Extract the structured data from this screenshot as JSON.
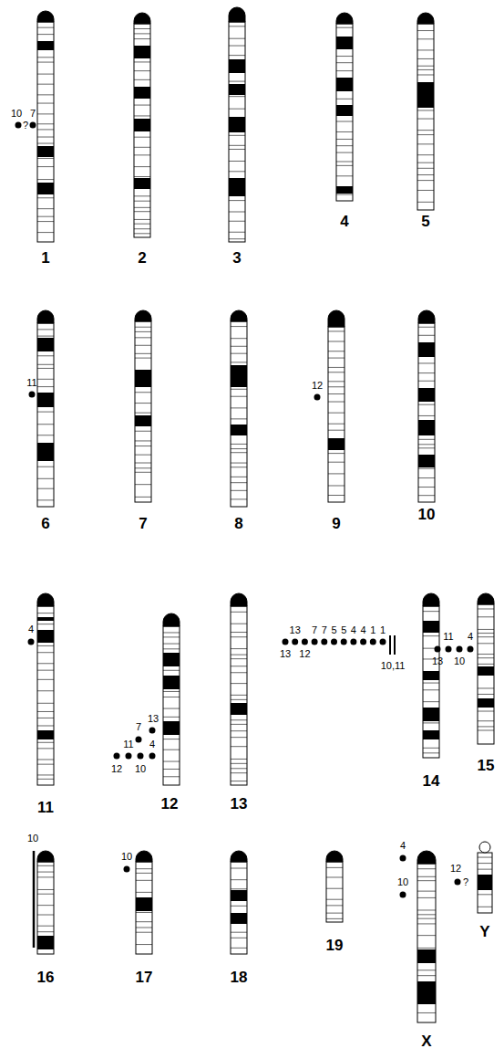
{
  "diagram": {
    "labels": [
      "10",
      "?",
      "7",
      "1",
      "2",
      "3",
      "4",
      "5",
      "11",
      "6",
      "7",
      "8",
      "12",
      "9",
      "10",
      "4",
      "11",
      "7",
      "13",
      "11",
      "4",
      "12",
      "10",
      "12",
      "13",
      "13",
      "7",
      "7",
      "5",
      "5",
      "4",
      "4",
      "1",
      "1",
      "13",
      "12",
      "10,11",
      "14",
      "11",
      "4",
      "13",
      "10",
      "15",
      "10",
      "16",
      "10",
      "17",
      "18",
      "19",
      "4",
      "10",
      "X",
      "12",
      "?",
      "Y"
    ]
  }
}
